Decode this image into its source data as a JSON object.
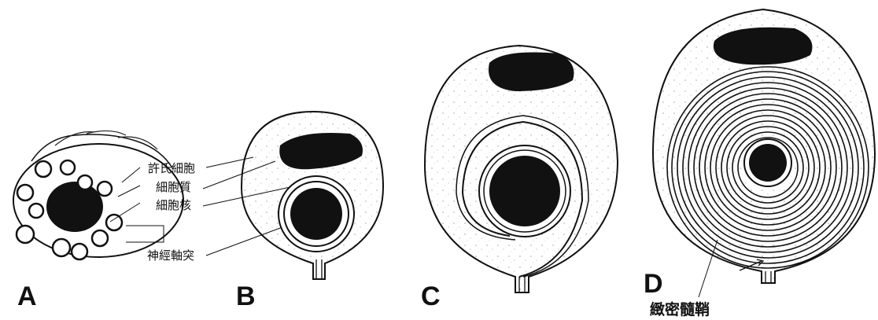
{
  "panels": {
    "a": {
      "letter": "A"
    },
    "b": {
      "letter": "B"
    },
    "c": {
      "letter": "C"
    },
    "d": {
      "letter": "D"
    }
  },
  "labels": {
    "schwann_cell": "許氏細胞",
    "cytoplasm": "細胞質",
    "nucleus": "細胞核",
    "axon": "神經軸突",
    "compact_myelin": "緻密髓鞘"
  },
  "colors": {
    "ink": "#111111",
    "paper": "#ffffff"
  }
}
